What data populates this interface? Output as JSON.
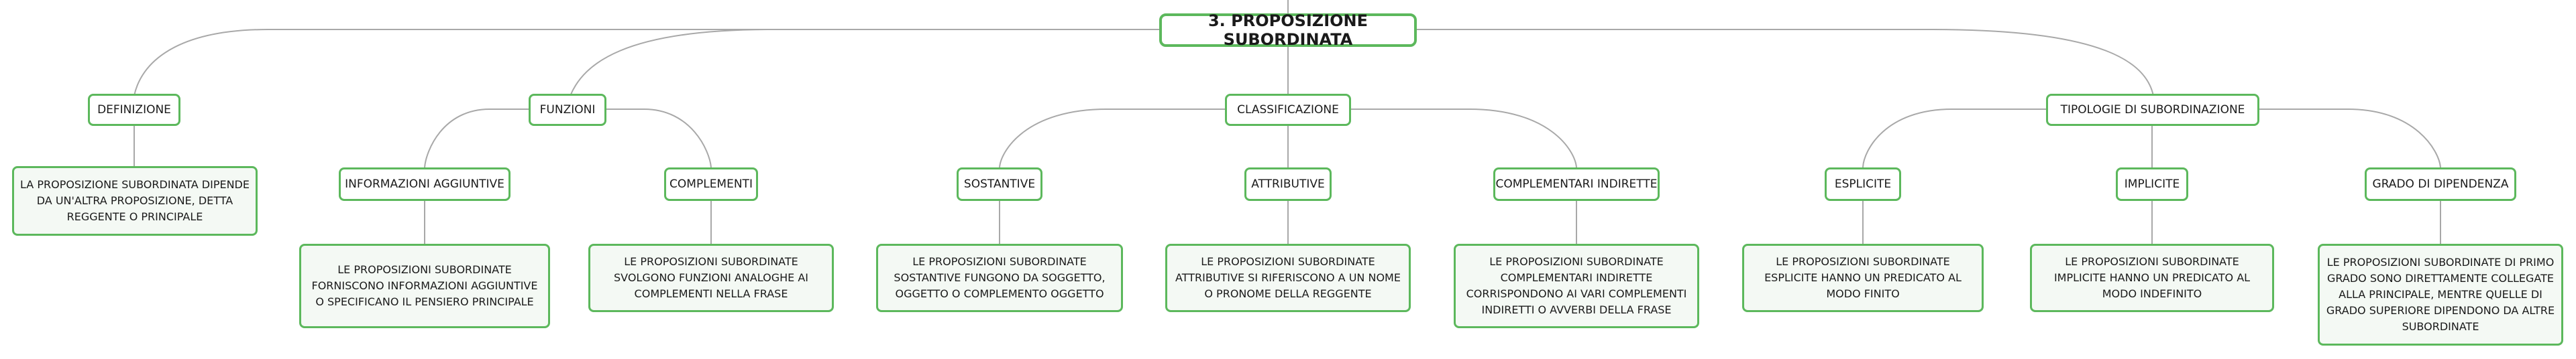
{
  "diagram": {
    "root": "3. PROPOSIZIONE SUBORDINATA",
    "definizione": {
      "label": "DEFINIZIONE",
      "text": "LA PROPOSIZIONE SUBORDINATA DIPENDE DA UN'ALTRA PROPOSIZIONE, DETTA REGGENTE O PRINCIPALE"
    },
    "funzioni": {
      "label": "FUNZIONI",
      "informazioni": {
        "label": "INFORMAZIONI AGGIUNTIVE",
        "text": "LE PROPOSIZIONI SUBORDINATE FORNISCONO INFORMAZIONI AGGIUNTIVE O SPECIFICANO IL PENSIERO PRINCIPALE"
      },
      "complementi": {
        "label": "COMPLEMENTI",
        "text": "LE PROPOSIZIONI SUBORDINATE SVOLGONO FUNZIONI ANALOGHE AI COMPLEMENTI NELLA FRASE"
      }
    },
    "classificazione": {
      "label": "CLASSIFICAZIONE",
      "sostantive": {
        "label": "SOSTANTIVE",
        "text": "LE PROPOSIZIONI SUBORDINATE SOSTANTIVE FUNGONO DA SOGGETTO, OGGETTO O COMPLEMENTO OGGETTO"
      },
      "attributive": {
        "label": "ATTRIBUTIVE",
        "text": "LE PROPOSIZIONI SUBORDINATE ATTRIBUTIVE SI RIFERISCONO A UN NOME O PRONOME DELLA REGGENTE"
      },
      "complementari": {
        "label": "COMPLEMENTARI INDIRETTE",
        "text": "LE PROPOSIZIONI SUBORDINATE COMPLEMENTARI INDIRETTE CORRISPONDONO AI VARI COMPLEMENTI INDIRETTI O AVVERBI DELLA FRASE"
      }
    },
    "tipologie": {
      "label": "TIPOLOGIE DI SUBORDINAZIONE",
      "esplicite": {
        "label": "ESPLICITE",
        "text": "LE PROPOSIZIONI SUBORDINATE ESPLICITE HANNO UN PREDICATO AL MODO FINITO"
      },
      "implicite": {
        "label": "IMPLICITE",
        "text": "LE PROPOSIZIONI SUBORDINATE IMPLICITE HANNO UN PREDICATO AL MODO INDEFINITO"
      },
      "grado": {
        "label": "GRADO DI DIPENDENZA",
        "text": "LE PROPOSIZIONI SUBORDINATE DI PRIMO GRADO SONO DIRETTAMENTE COLLEGATE ALLA PRINCIPALE, MENTRE QUELLE DI GRADO SUPERIORE DIPENDONO DA ALTRE SUBORDINATE"
      }
    },
    "colors": {
      "border": "#5cb85c",
      "line": "#a8a8a8",
      "leaf_bg": "#f4f9f4"
    }
  }
}
